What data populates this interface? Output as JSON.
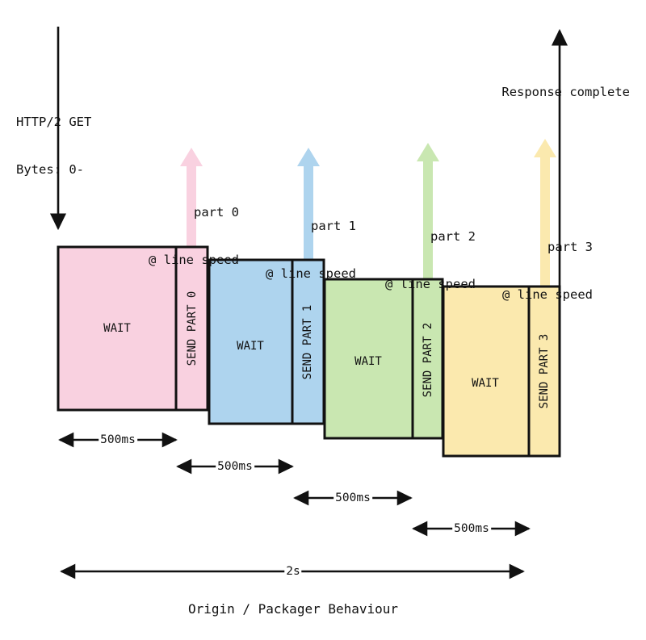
{
  "diagram": {
    "caption": "Origin / Packager Behaviour",
    "colors": {
      "pink": "#F9D1E0",
      "blue": "#AED4EE",
      "green": "#C9E7B1",
      "yellow": "#FBE9AE",
      "stroke": "#111111",
      "background": "#FFFFFF"
    },
    "request": {
      "label_line1": "HTTP/2 GET",
      "label_line2": "Bytes: 0-",
      "arrow_name": "request-arrow-down"
    },
    "response": {
      "label": "Response complete",
      "arrow_name": "response-complete-arrow-up"
    },
    "parts": [
      {
        "index": 0,
        "color_key": "pink",
        "color": "#F9D1E0",
        "wait_label": "WAIT",
        "send_label": "SEND PART 0",
        "arrow_label_line1": "part 0",
        "arrow_label_line2": "@ line speed",
        "duration_label": "500ms"
      },
      {
        "index": 1,
        "color_key": "blue",
        "color": "#AED4EE",
        "wait_label": "WAIT",
        "send_label": "SEND PART 1",
        "arrow_label_line1": "part 1",
        "arrow_label_line2": "@ line speed",
        "duration_label": "500ms"
      },
      {
        "index": 2,
        "color_key": "green",
        "color": "#C9E7B1",
        "wait_label": "WAIT",
        "send_label": "SEND PART 2",
        "arrow_label_line1": "part 2",
        "arrow_label_line2": "@ line speed",
        "duration_label": "500ms"
      },
      {
        "index": 3,
        "color_key": "yellow",
        "color": "#FBE9AE",
        "wait_label": "WAIT",
        "send_label": "SEND PART 3",
        "arrow_label_line1": "part 3",
        "arrow_label_line2": "@ line speed",
        "duration_label": "500ms"
      }
    ],
    "total": {
      "duration_label": "2s"
    }
  }
}
